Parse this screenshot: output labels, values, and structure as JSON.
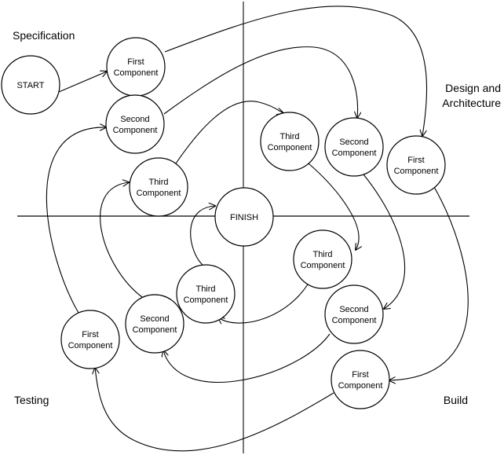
{
  "diagram": {
    "title": "Spiral development lifecycle",
    "quadrants": [
      {
        "id": "spec",
        "label_lines": [
          "Specification"
        ]
      },
      {
        "id": "design",
        "label_lines": [
          "Design and",
          "Architecture"
        ]
      },
      {
        "id": "build",
        "label_lines": [
          "Build"
        ]
      },
      {
        "id": "test",
        "label_lines": [
          "Testing"
        ]
      }
    ],
    "nodes": [
      {
        "id": "start",
        "lines": [
          "START"
        ]
      },
      {
        "id": "spec1",
        "lines": [
          "First",
          "Component"
        ]
      },
      {
        "id": "spec2",
        "lines": [
          "Second",
          "Component"
        ]
      },
      {
        "id": "spec3",
        "lines": [
          "Third",
          "Component"
        ]
      },
      {
        "id": "des3",
        "lines": [
          "Third",
          "Component"
        ]
      },
      {
        "id": "des2",
        "lines": [
          "Second",
          "Component"
        ]
      },
      {
        "id": "des1",
        "lines": [
          "First",
          "Component"
        ]
      },
      {
        "id": "bld3",
        "lines": [
          "Third",
          "Component"
        ]
      },
      {
        "id": "bld2",
        "lines": [
          "Second",
          "Component"
        ]
      },
      {
        "id": "bld1",
        "lines": [
          "First",
          "Component"
        ]
      },
      {
        "id": "tst3",
        "lines": [
          "Third",
          "Component"
        ]
      },
      {
        "id": "tst2",
        "lines": [
          "Second",
          "Component"
        ]
      },
      {
        "id": "tst1",
        "lines": [
          "First",
          "Component"
        ]
      },
      {
        "id": "finish",
        "lines": [
          "FINISH"
        ]
      }
    ],
    "edges": [
      {
        "from": "start",
        "to": "spec1"
      },
      {
        "from": "spec1",
        "to": "des1"
      },
      {
        "from": "spec2",
        "to": "des2"
      },
      {
        "from": "spec3",
        "to": "des3"
      },
      {
        "from": "des1",
        "to": "bld1"
      },
      {
        "from": "des2",
        "to": "bld2"
      },
      {
        "from": "des3",
        "to": "bld3"
      },
      {
        "from": "bld1",
        "to": "tst1"
      },
      {
        "from": "bld2",
        "to": "tst2"
      },
      {
        "from": "bld3",
        "to": "tst3"
      },
      {
        "from": "tst1",
        "to": "spec2"
      },
      {
        "from": "tst2",
        "to": "spec3"
      },
      {
        "from": "tst3",
        "to": "finish"
      }
    ]
  }
}
